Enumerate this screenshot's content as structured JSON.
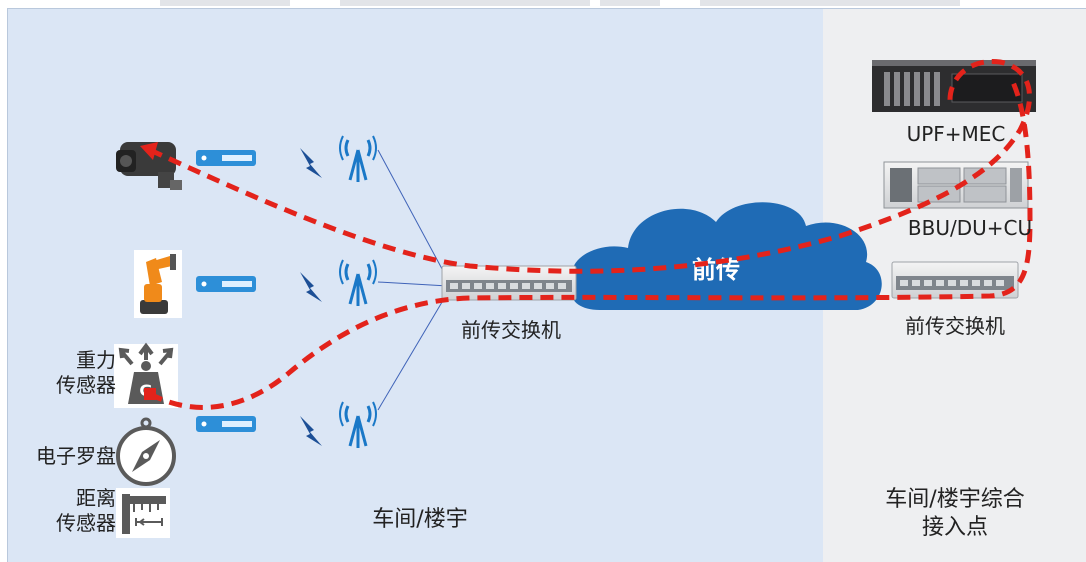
{
  "zones": {
    "workshop": "车间/楼宇",
    "access_point": [
      "车间/楼宇综合",
      "接入点"
    ]
  },
  "network": {
    "cloud_label": "前传",
    "local_switch_label": "前传交换机",
    "remote_switch_label": "前传交换机",
    "upf_label": "UPF+MEC",
    "bbu_label": "BBU/DU+CU"
  },
  "sensors": {
    "gravity": [
      "重力",
      "传感器"
    ],
    "compass": "电子罗盘",
    "distance": [
      "距离",
      "传感器"
    ]
  },
  "colors": {
    "link": "#e3231b",
    "cloud": "#1f6bb5",
    "modem": "#2d8fd8",
    "antenna": "#1a78c7"
  },
  "icons": [
    "camera-icon",
    "robot-arm-icon",
    "gravity-sensor-icon",
    "compass-icon",
    "ruler-icon",
    "cpe-modem-icon",
    "wireless-signal-icon",
    "antenna-icon",
    "switch-icon",
    "server-icon"
  ]
}
